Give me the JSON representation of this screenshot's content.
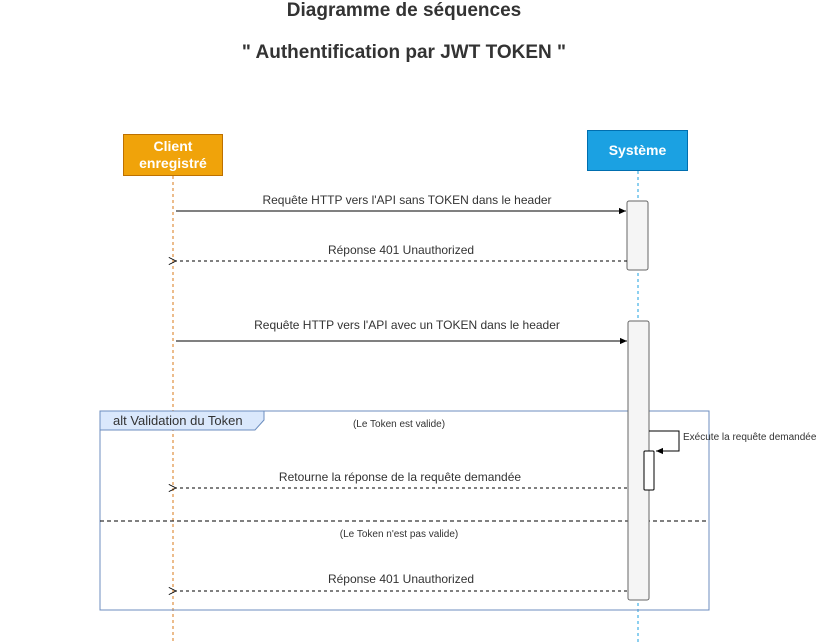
{
  "title": "Diagramme de séquences",
  "subtitle": "\" Authentification par JWT TOKEN \"",
  "actors": {
    "client": "Client enregistré",
    "system": "Système"
  },
  "messages": [
    "Requête HTTP vers l'API sans TOKEN dans le header",
    "Réponse 401 Unauthorized",
    "Requête HTTP vers l'API avec un TOKEN dans le header",
    "Exécute la requête demandée",
    "Retourne la réponse de la requête demandée",
    "Réponse 401 Unauthorized"
  ],
  "alt": {
    "label": "alt Validation du Token",
    "guard_valid": "(Le Token est valide)",
    "guard_invalid": "(Le Token n'est pas valide)"
  },
  "colors": {
    "client": "#f0a30a",
    "system": "#1ba1e2",
    "alt_header": "#dae8fc",
    "alt_border": "#6c8ebf"
  }
}
